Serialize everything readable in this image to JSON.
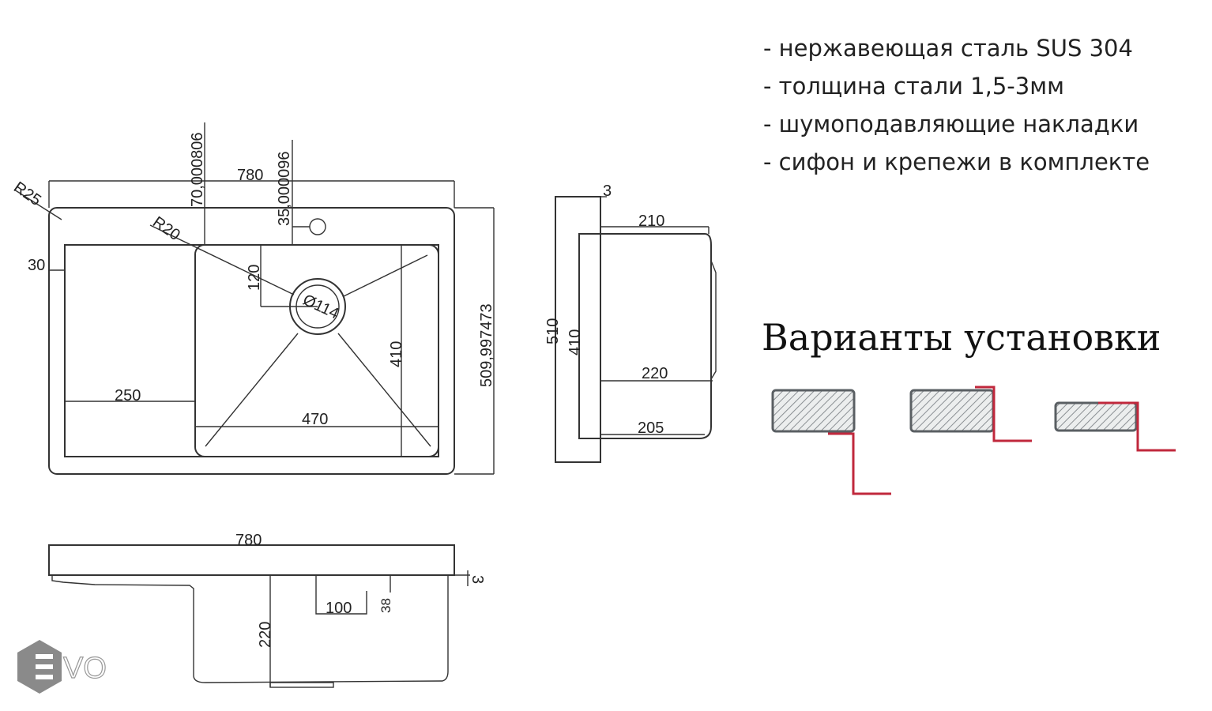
{
  "specs": [
    "- нержавеющая сталь SUS 304",
    "- толщина стали 1,5-3мм",
    "- шумоподавляющие накладки",
    "- сифон и крепежи в комплекте"
  ],
  "install_title": "Варианты установки",
  "top_view": {
    "width": "780",
    "radius_outer": "R25",
    "radius_bowl": "R20",
    "offset_left": "30",
    "dim_vertical_1": "70,000806",
    "dim_vertical_2": "35,000096",
    "drain_offset": "120",
    "drain_diameter": "Ø114",
    "drainer_width": "250",
    "bowl_width": "470",
    "bowl_length": "410",
    "total_depth": "509,997473"
  },
  "side_view": {
    "thickness": "3",
    "top_depth": "210",
    "depth": "510",
    "bowl_length": "410",
    "mid_depth": "220",
    "bottom_depth": "205"
  },
  "front_view": {
    "width": "780",
    "thickness": "3",
    "bowl_depth": "220",
    "step_width": "100",
    "step_depth": "38"
  },
  "logo": "EVO",
  "colors": {
    "line": "#333333",
    "accent": "#c0283c",
    "hatch": "#5a5f63"
  }
}
